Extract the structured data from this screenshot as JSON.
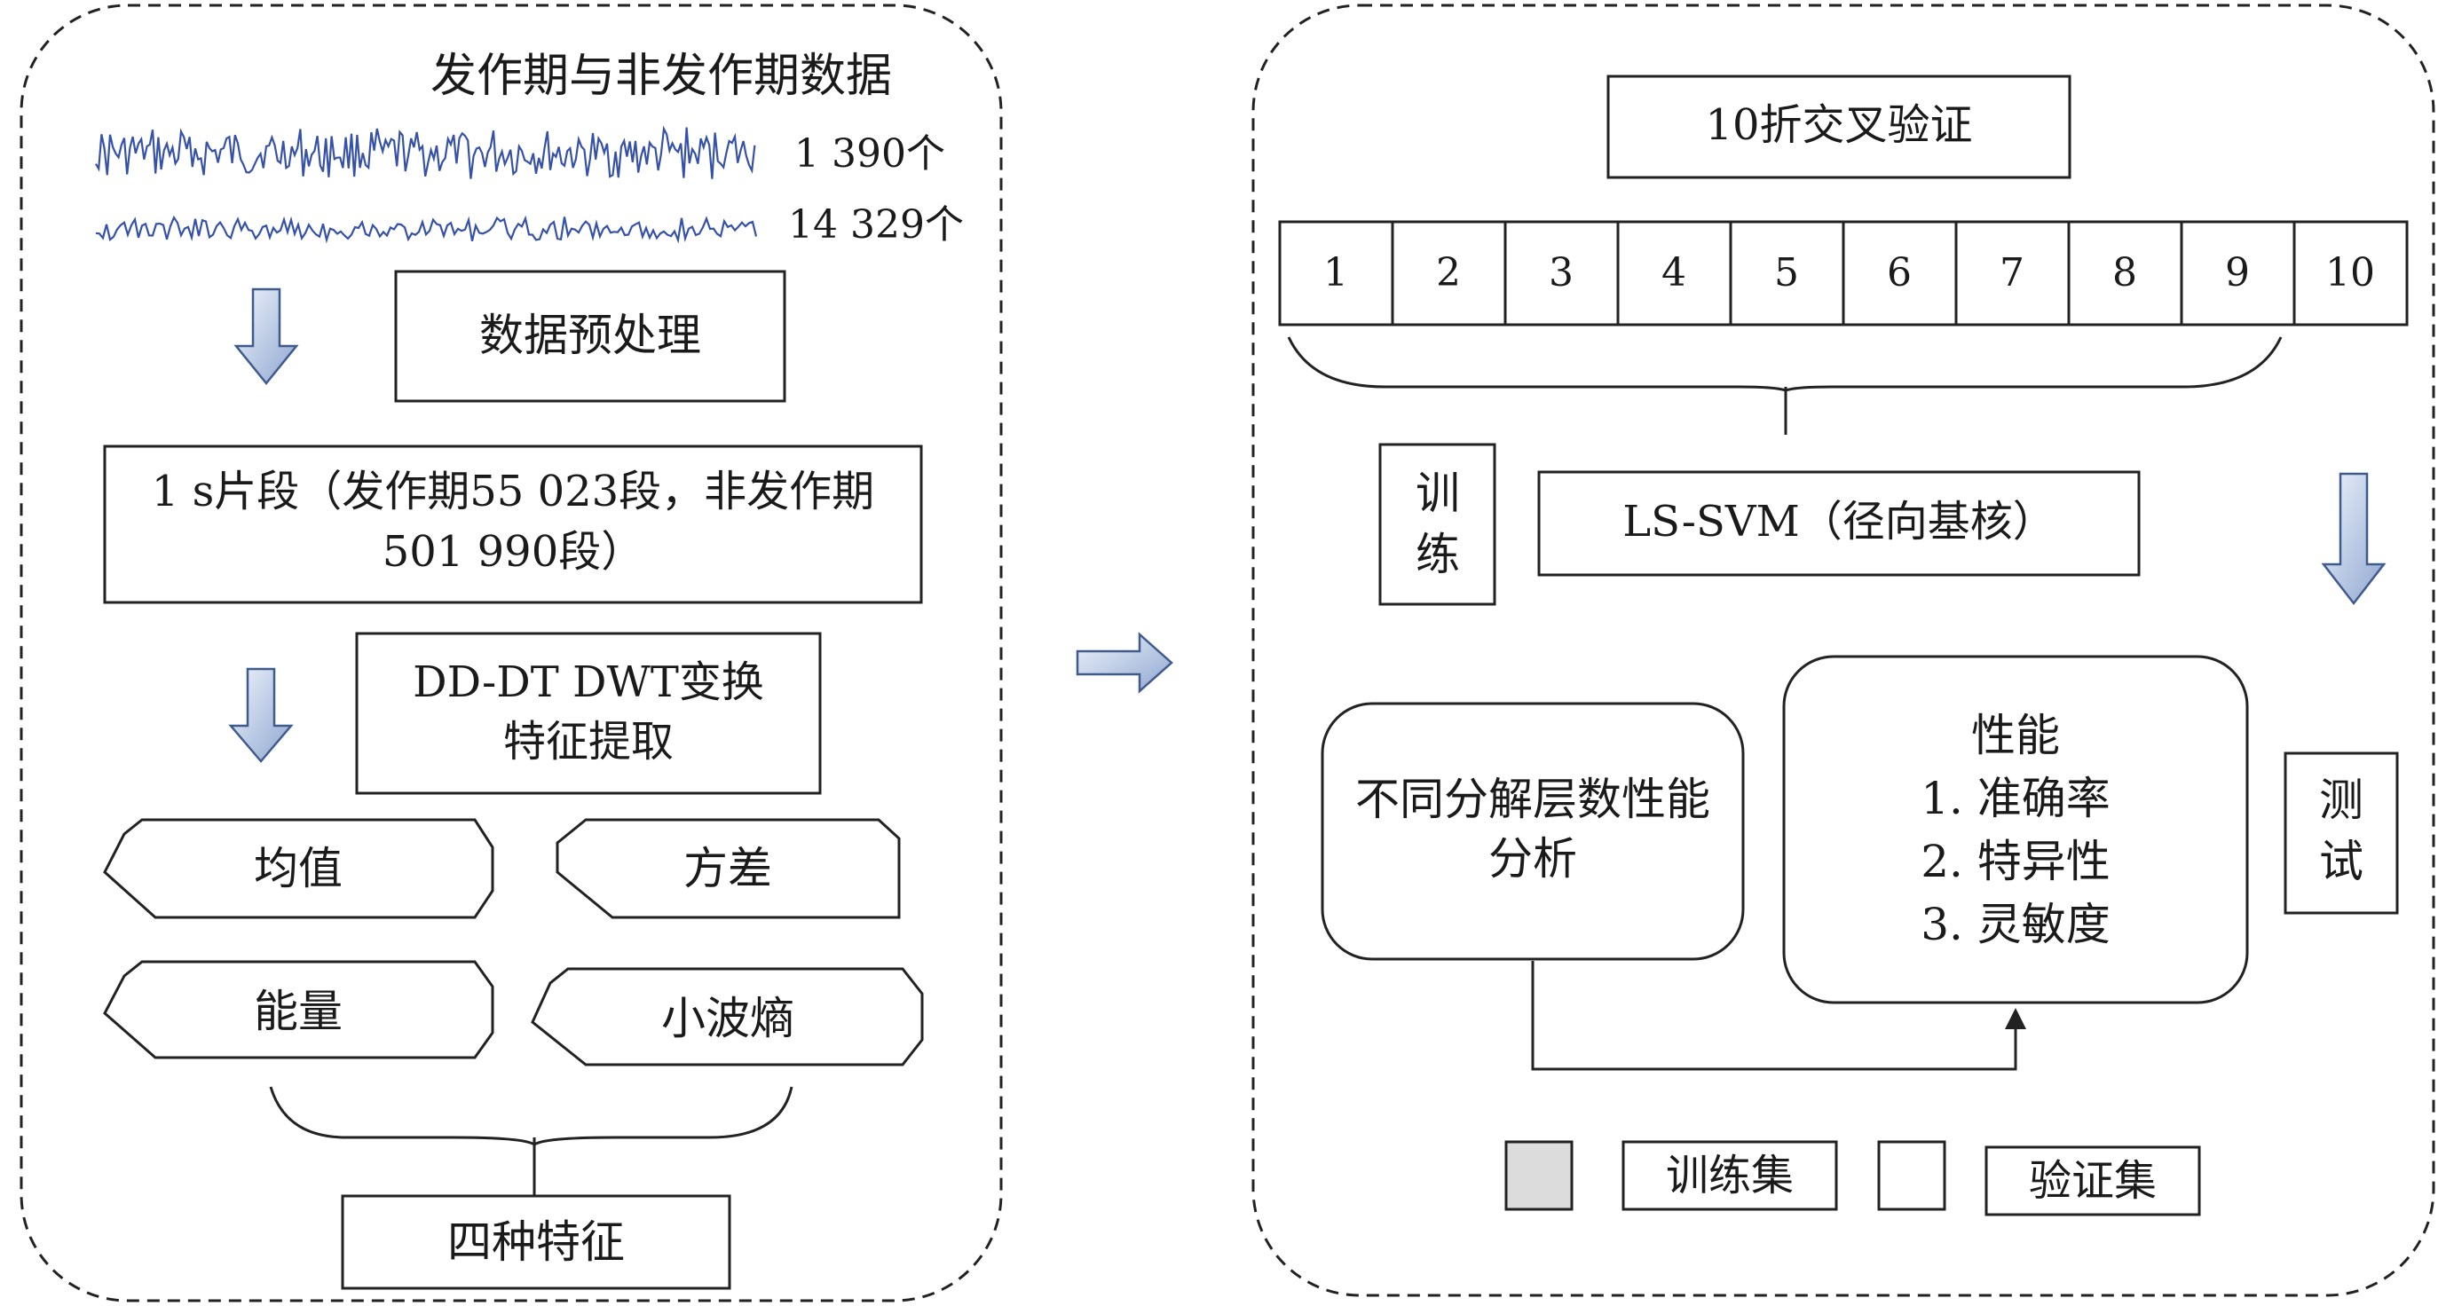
{
  "left_panel": {
    "title": "发作期与非发作期数据",
    "count_seizure": "1 390个",
    "count_nonseizure": "14 329个",
    "preprocess": "数据预处理",
    "segments_line1": "1 s片段（发作期55 023段，非发作期",
    "segments_line2": "501 990段）",
    "transform_line1": "DD-DT DWT变换",
    "transform_line2": "特征提取",
    "features": [
      "均值",
      "方差",
      "能量",
      "小波熵"
    ],
    "four_features": "四种特征"
  },
  "right_panel": {
    "cv_title": "10折交叉验证",
    "folds": [
      "1",
      "2",
      "3",
      "4",
      "5",
      "6",
      "7",
      "8",
      "9",
      "10"
    ],
    "train_chars": [
      "训",
      "练"
    ],
    "model": "LS-SVM（径向基核）",
    "test_chars": [
      "测",
      "试"
    ],
    "layers_line1": "不同分解层数性能",
    "layers_line2": "分析",
    "perf_title": "性能",
    "perf_items": [
      "1. 准确率",
      "2. 特异性",
      "3. 灵敏度"
    ],
    "legend": {
      "train": "训练集",
      "validate": "验证集"
    }
  },
  "colors": {
    "train_fold": "#dcdcdc",
    "validate_fold": "#ffffff",
    "arrow_fill": "#a9bede",
    "wave": "#3651a8"
  }
}
